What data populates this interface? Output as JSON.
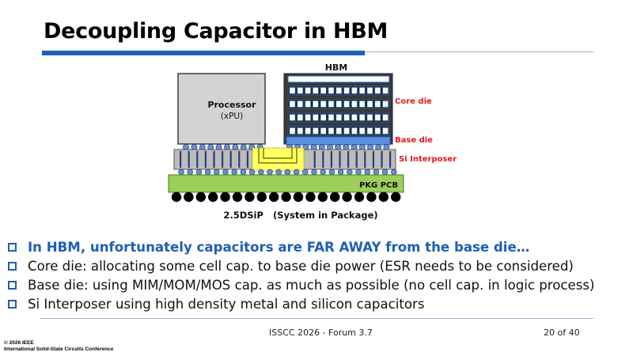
{
  "slide": {
    "title": "Decoupling Capacitor in HBM",
    "diagram": {
      "hbm_label": "HBM",
      "processor_label": "Processor",
      "processor_sub": "(xPU)",
      "core_die_label": "Core die",
      "base_die_label": "Base die",
      "interposer_label": "Si Interposer",
      "pcb_label": "PKG PCB",
      "caption": "2.5DSiP   (System in Package)"
    },
    "bullets": [
      {
        "text": "In HBM, unfortunately capacitors are FAR AWAY from the base die…",
        "highlight": true
      },
      {
        "text": "Core die: allocating some cell cap. to base die power (ESR needs to be considered)",
        "highlight": false
      },
      {
        "text": "Base die: using MIM/MOM/MOS cap. as much as possible (no cell cap. in logic process)",
        "highlight": false
      },
      {
        "text": "Si Interposer using high density metal and silicon capacitors",
        "highlight": false
      }
    ],
    "footer": {
      "conference": "ISSCC 2026 - Forum 3.7",
      "page": "20 of 40",
      "copyright_line1": "© 2026 IEEE",
      "copyright_line2": "International Solid-State Circuits Conference"
    },
    "colors": {
      "accent": "#1f5fb4",
      "label_red": "#e0191f",
      "pcb_green": "#9ccf5a",
      "interposer_gray": "#bcbcbc",
      "bump_blue": "#6a8fd0",
      "cap_yellow": "#ffff66"
    }
  }
}
